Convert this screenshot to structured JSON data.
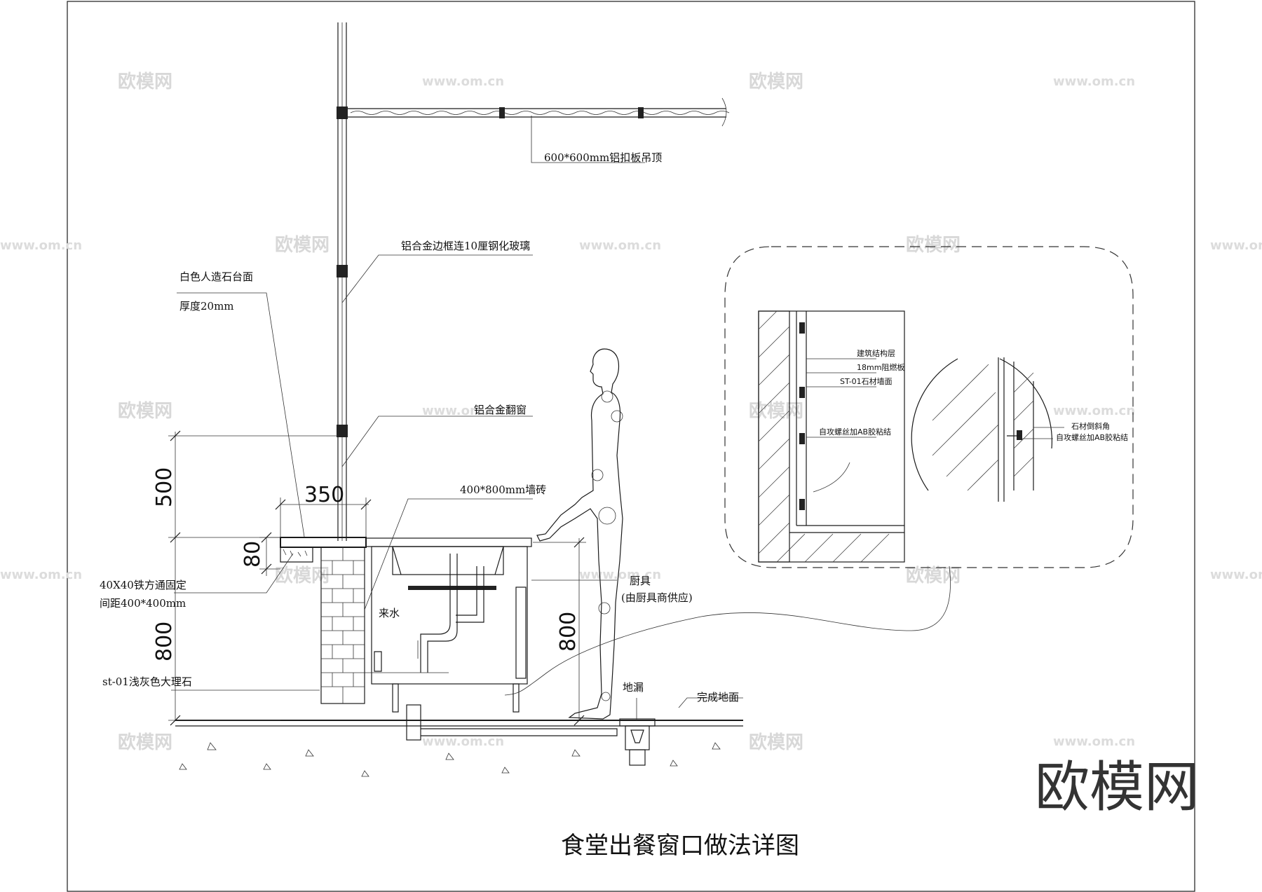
{
  "title": "食堂出餐窗口做法详图",
  "labels": {
    "ceiling": "600*600mm铝扣板吊顶",
    "glass": "铝合金边框连10厘钢化玻璃",
    "counter_top": "白色人造石台面",
    "thickness": "厚度20mm",
    "window": "铝合金翻窗",
    "wall_tile": "400*800mm墙砖",
    "steel_tube": "40X40铁方通固定",
    "spacing": "间距400*400mm",
    "kitchenware": "厨具",
    "kitchenware_supplier": "(由厨具商供应)",
    "water_in": "来水",
    "marble": "st-01浅灰色大理石",
    "drain": "地漏",
    "finished_floor": "完成地面"
  },
  "dimensions": {
    "d500": "500",
    "d350": "350",
    "d80": "80",
    "d800_left": "800",
    "d800_right": "800"
  },
  "detail": {
    "structure": "建筑结构层",
    "board": "18mm阻燃板",
    "stone_wall": "ST-01石材墙面",
    "screw_left": "自攻螺丝加AB胶粘结",
    "chamfer": "石材倒斜角",
    "screw_right": "自攻螺丝加AB胶粘结"
  },
  "watermark": {
    "brand": "欧模网",
    "url": "www.om.cn"
  }
}
